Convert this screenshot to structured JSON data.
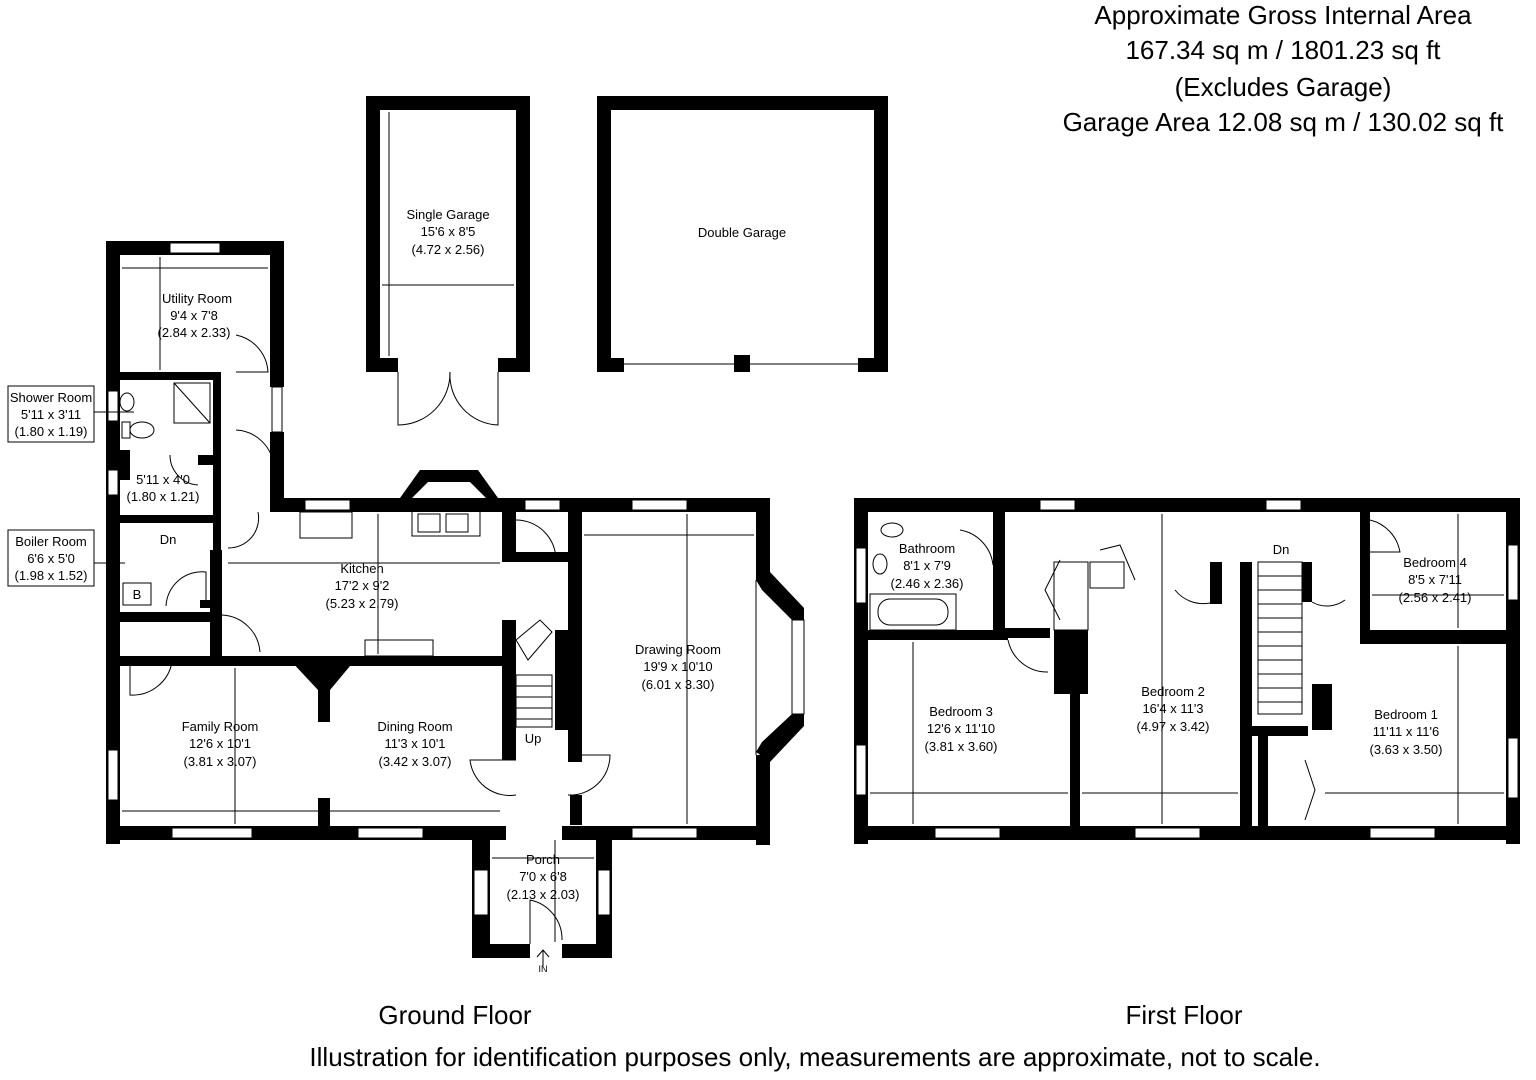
{
  "area": {
    "line1": "Approximate Gross Internal Area",
    "line2": "167.34 sq m / 1801.23 sq ft",
    "line3": "(Excludes Garage)",
    "line4": "Garage Area 12.08 sq m / 130.02 sq ft"
  },
  "floors": {
    "ground": "Ground Floor",
    "first": "First Floor"
  },
  "disclaimer": "Illustration for identification purposes only, measurements are approximate, not to scale.",
  "labels": {
    "dn": "Dn",
    "up": "Up",
    "in": "IN",
    "boiler": "B"
  },
  "rooms": {
    "single_garage": {
      "name": "Single Garage",
      "imperial": "15'6 x 8'5",
      "metric": "(4.72 x 2.56)"
    },
    "double_garage": {
      "name": "Double Garage"
    },
    "utility": {
      "name": "Utility Room",
      "imperial": "9'4 x 7'8",
      "metric": "(2.84 x 2.33)"
    },
    "shower": {
      "name": "Shower Room",
      "imperial": "5'11 x 3'11",
      "metric": "(1.80 x 1.19)"
    },
    "lobby": {
      "imperial": "5'11 x 4'0",
      "metric": "(1.80 x 1.21)"
    },
    "boiler": {
      "name": "Boiler Room",
      "imperial": "6'6 x 5'0",
      "metric": "(1.98 x 1.52)"
    },
    "kitchen": {
      "name": "Kitchen",
      "imperial": "17'2 x 9'2",
      "metric": "(5.23 x 2.79)"
    },
    "drawing": {
      "name": "Drawing Room",
      "imperial": "19'9 x 10'10",
      "metric": "(6.01 x 3.30)"
    },
    "family": {
      "name": "Family Room",
      "imperial": "12'6 x 10'1",
      "metric": "(3.81 x 3.07)"
    },
    "dining": {
      "name": "Dining Room",
      "imperial": "11'3 x 10'1",
      "metric": "(3.42 x 3.07)"
    },
    "porch": {
      "name": "Porch",
      "imperial": "7'0 x 6'8",
      "metric": "(2.13 x 2.03)"
    },
    "bathroom": {
      "name": "Bathroom",
      "imperial": "8'1 x 7'9",
      "metric": "(2.46 x 2.36)"
    },
    "bedroom3": {
      "name": "Bedroom 3",
      "imperial": "12'6 x 11'10",
      "metric": "(3.81 x 3.60)"
    },
    "bedroom2": {
      "name": "Bedroom 2",
      "imperial": "16'4 x 11'3",
      "metric": "(4.97 x 3.42)"
    },
    "bedroom4": {
      "name": "Bedroom 4",
      "imperial": "8'5 x 7'11",
      "metric": "(2.56 x 2.41)"
    },
    "bedroom1": {
      "name": "Bedroom 1",
      "imperial": "11'11 x 11'6",
      "metric": "(3.63 x 3.50)"
    }
  }
}
